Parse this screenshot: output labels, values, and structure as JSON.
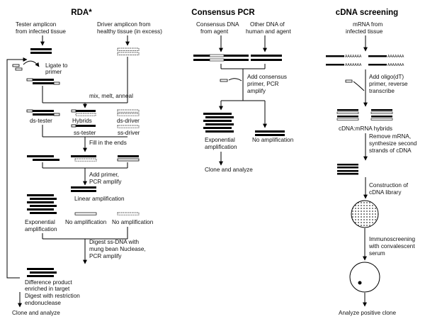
{
  "titles": {
    "rda": "RDA*",
    "consensus": "Consensus PCR",
    "cdna": "cDNA screening"
  },
  "rda": {
    "tester_source": [
      "Tester amplicon",
      "from infected tissue"
    ],
    "driver_source": [
      "Driver amplicon from",
      "healthy tissue (in excess)"
    ],
    "ligate": [
      "Ligate to",
      "primer"
    ],
    "mix": "mix, melt, anneal",
    "ds_tester": "ds-tester",
    "hybrids": "Hybrids",
    "ss_tester": "ss-tester",
    "ds_driver": "ds-driver",
    "ss_driver": "ss-driver",
    "fill": "Fill in the ends",
    "add_primer": [
      "Add primer,",
      "PCR amplify"
    ],
    "linear": "Linear amplification",
    "exponential": [
      "Exponential",
      "amplification"
    ],
    "no_amp_1": "No amplification",
    "no_amp_2": "No amplification",
    "digest_ss": [
      "Digest ss-DNA with",
      "mung bean Nuclease,",
      "PCR amplify"
    ],
    "difference": [
      "Difference product",
      "enriched in target"
    ],
    "digest_restriction": [
      "Digest with restriction",
      "endonuclease"
    ],
    "clone": "Clone and analyze"
  },
  "consensus": {
    "consensus_dna": [
      "Consensus DNA",
      "from agent"
    ],
    "other_dna": [
      "Other DNA of",
      "human and agent"
    ],
    "add_consensus": [
      "Add consensus",
      "primer, PCR",
      "amplify"
    ],
    "exponential": [
      "Exponential",
      "amplification"
    ],
    "no_amp": "No amplification",
    "clone": "Clone and analyze"
  },
  "cdna": {
    "mrna": [
      "mRNA from",
      "infected tissue"
    ],
    "polya": "AAAAAAA",
    "add_oligo": [
      "Add oligo(dT)",
      "primer, reverse",
      "transcribe"
    ],
    "hybrids": "cDNA:mRNA hybrids",
    "remove": [
      "Remove mRNA,",
      "synthesize second",
      "strands of cDNA"
    ],
    "construction": [
      "Construction of",
      "cDNA library"
    ],
    "immuno": [
      "Immunoscreening",
      "with convalescent",
      "serum"
    ],
    "analyze": "Analyze positive clone"
  }
}
